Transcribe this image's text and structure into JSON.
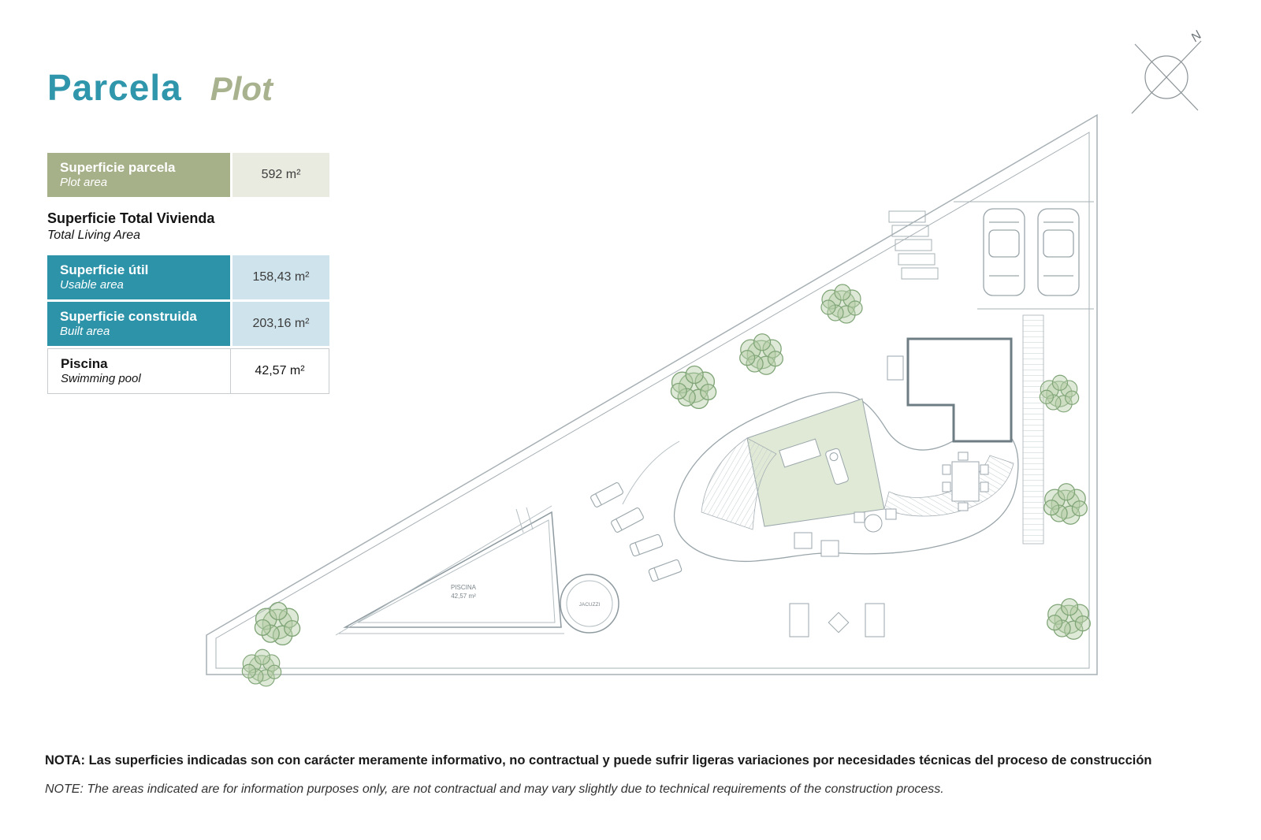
{
  "header": {
    "title": "Parcela",
    "subtitle": "Plot"
  },
  "table": {
    "plot_row": {
      "label": "Superficie parcela",
      "sublabel": "Plot area",
      "value": "592 m²"
    },
    "living_heading": {
      "label": "Superficie Total Vivienda",
      "sublabel": "Total Living Area"
    },
    "usable_row": {
      "label": "Superficie útil",
      "sublabel": "Usable area",
      "value": "158,43 m²"
    },
    "built_row": {
      "label": "Superficie construida",
      "sublabel": "Built area",
      "value": "203,16 m²"
    },
    "pool_row": {
      "label": "Piscina",
      "sublabel": "Swimming pool",
      "value": "42,57 m²"
    }
  },
  "compass": {
    "north_label": "N"
  },
  "plan": {
    "pool_label": "PISCINA",
    "pool_area": "42,57 m²",
    "jacuzzi_label": "JACUZZI"
  },
  "notes": {
    "spanish": "NOTA: Las superficies indicadas son con carácter meramente informativo, no contractual y puede sufrir ligeras variaciones por necesidades técnicas del proceso de construcción",
    "english": "NOTE: The areas indicated are for information purposes only, are not contractual and may vary slightly due to technical requirements of the construction process."
  },
  "colors": {
    "teal": "#2d93a9",
    "sage": "#a6b089",
    "light_blue": "#cfe3ec",
    "light_sage": "#e9ebe0",
    "line_gray": "#9aa6ab",
    "tree_green": "#7fa476"
  }
}
